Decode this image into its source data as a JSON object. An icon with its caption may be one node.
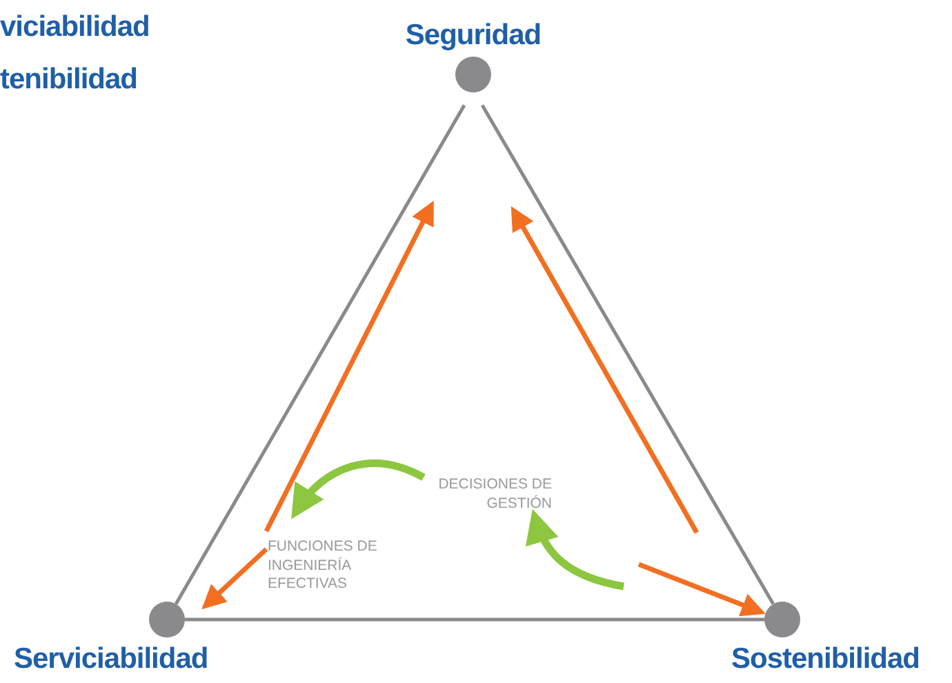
{
  "diagram": {
    "nodes": [
      {
        "text": [
          "Seguridad"
        ]
      },
      {
        "text": [
          "Serviciabilidad"
        ]
      },
      {
        "text": [
          "Sostenibilidad"
        ]
      },
      {
        "text": [
          "FUNCIONES DE INGENIERÍA EFECTIVAS"
        ]
      },
      {
        "text": [
          "DECISIONES DE GESTIÓN"
        ]
      }
    ],
    "edges": [
      {
        "from": 0,
        "to": 1,
        "arrow": "none",
        "color": "#8a8a8c"
      },
      {
        "from": 0,
        "to": 2,
        "arrow": "none",
        "color": "#8a8a8c"
      },
      {
        "from": 1,
        "to": 2,
        "arrow": "none",
        "color": "#8a8a8c"
      },
      {
        "from": 3,
        "to": 0,
        "arrow": "to"
      },
      {
        "from": null,
        "to": 0,
        "arrow": "to"
      },
      {
        "from": 3,
        "to": 1,
        "arrow": "to"
      },
      {
        "from": null,
        "to": 2,
        "arrow": "to"
      },
      {
        "from": 4,
        "to": 3,
        "arrow": "to",
        "color": "#8dc63f"
      },
      {
        "from": null,
        "to": 4,
        "arrow": "to",
        "color": "#8dc63f"
      }
    ],
    "labels": [
      "viciabilidad",
      "tenibilidad"
    ]
  }
}
